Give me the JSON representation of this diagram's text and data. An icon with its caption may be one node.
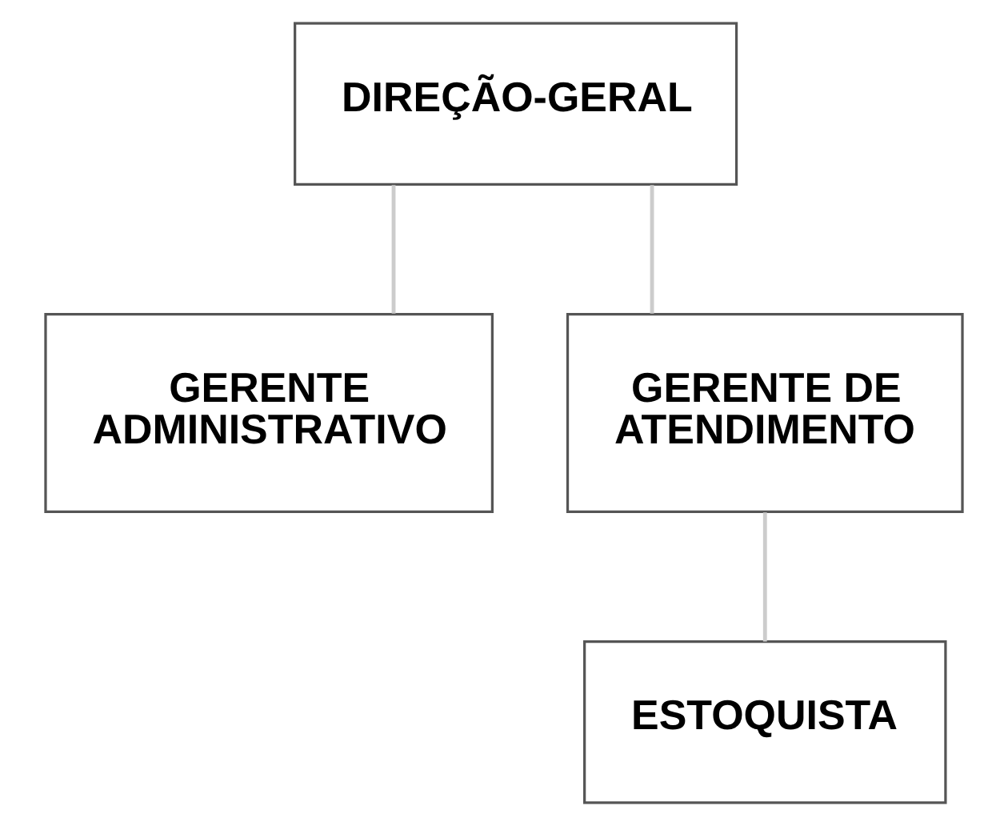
{
  "diagram": {
    "nodes": [
      {
        "text": [
          "DIREÇÃO-GERAL"
        ]
      },
      {
        "text": [
          "GERENTE ADMINISTRATIVO"
        ]
      },
      {
        "text": [
          "GERENTE DE ATENDIMENTO"
        ]
      },
      {
        "text": [
          "ESTOQUISTA"
        ]
      }
    ],
    "edges": [
      {
        "from": 0,
        "to": 1,
        "arrow": "none"
      },
      {
        "from": 0,
        "to": 2,
        "arrow": "none"
      },
      {
        "from": 2,
        "to": 3,
        "arrow": "none"
      }
    ]
  }
}
